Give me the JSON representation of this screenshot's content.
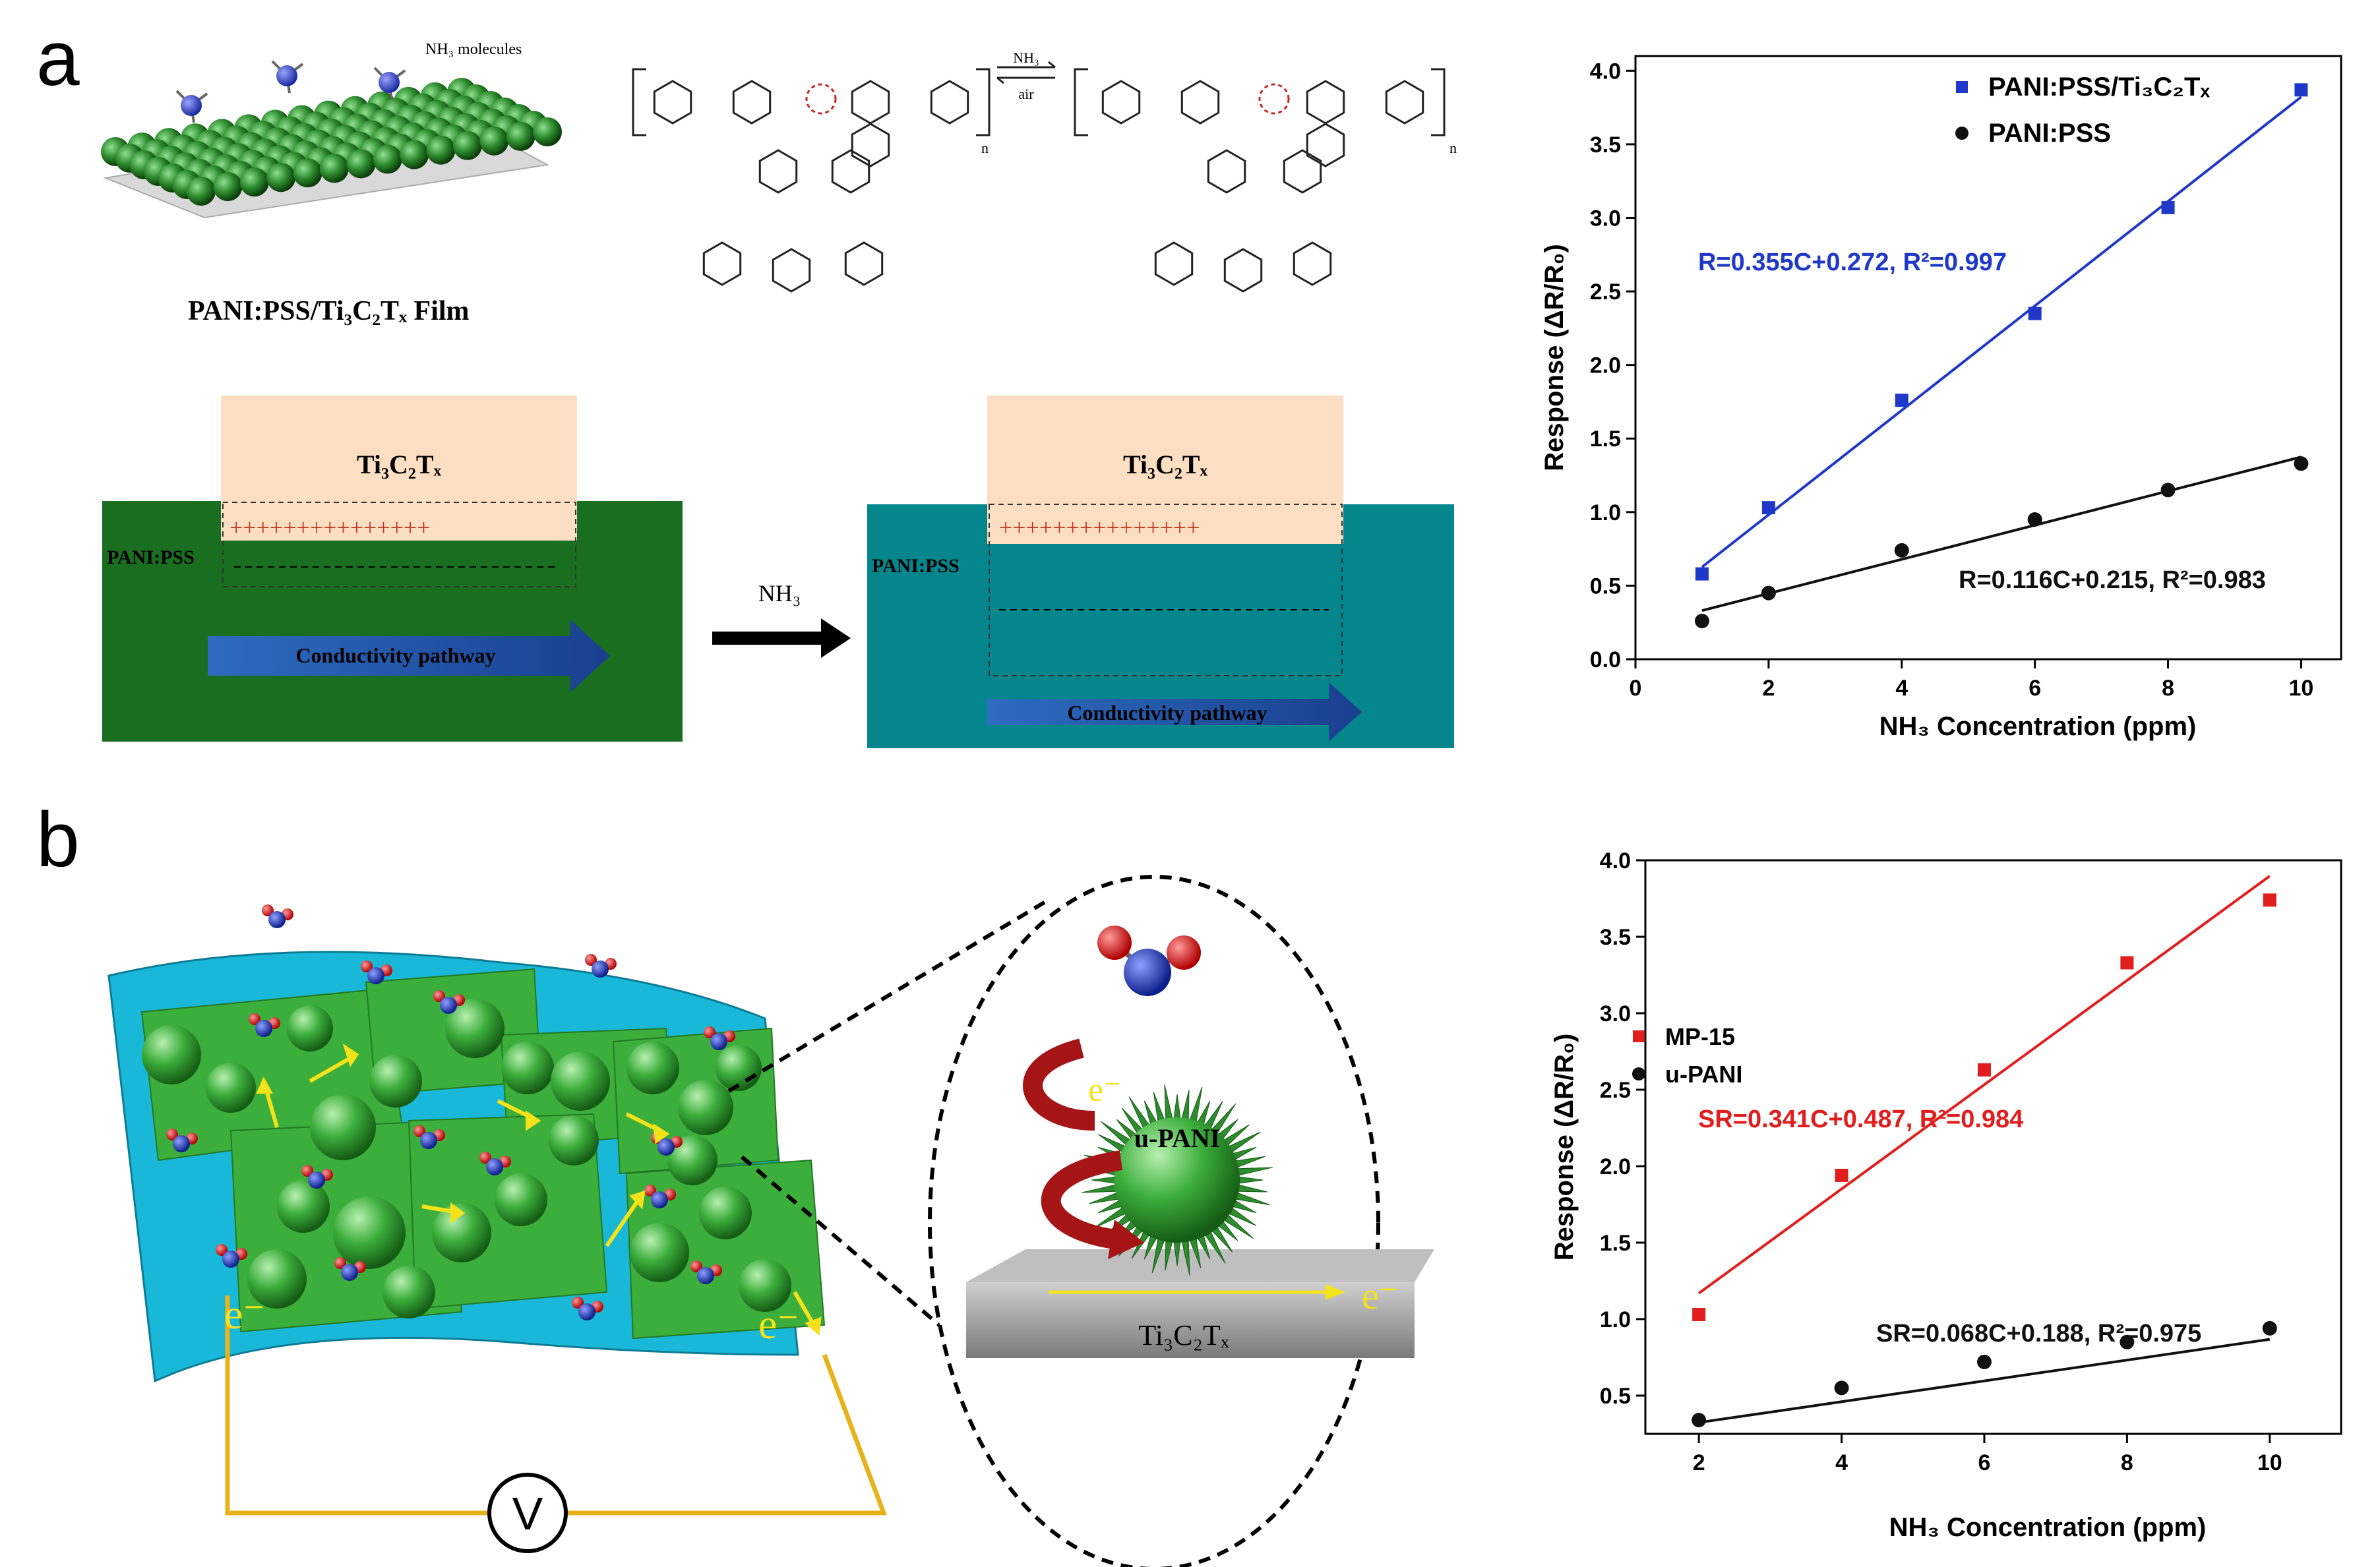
{
  "panels": {
    "a": "a",
    "b": "b"
  },
  "schematic_a": {
    "molecules_label": "NH₃ molecules",
    "film_label": "PANI:PSS/Ti₃C₂Tₓ Film",
    "reaction_forward": "NH₃",
    "reaction_reverse": "air",
    "repeat_n": "n",
    "mxene_label": "Ti₃C₂Tₓ",
    "pani_label": "PANI:PSS",
    "plus_charges": "+++++++++++++++",
    "arrow_label": "NH₃",
    "pathway_label": "Conductivity pathway",
    "colors": {
      "before": "#1a6e1f",
      "after": "#05868c",
      "mxene": "#fcdfc2",
      "arrow": "#17459a"
    }
  },
  "schematic_b": {
    "electron": "e⁻",
    "meter": "V",
    "sphere_label": "u-PANI",
    "substrate_label": "Ti₃C₂Tₓ",
    "colors": {
      "substrate": "#1ab8d8",
      "flake": "#3cae3c",
      "wire": "#e8b21a",
      "arrow": "#f4e21a"
    }
  },
  "chart_data": [
    {
      "type": "scatter",
      "title": "",
      "xlabel": "NH₃ Concentration (ppm)",
      "ylabel": "Response (ΔR/R₀)",
      "xlim": [
        0,
        10.6
      ],
      "ylim": [
        0,
        4.1
      ],
      "xticks": [
        "0",
        "2",
        "4",
        "6",
        "8",
        "10"
      ],
      "yticks": [
        "0.0",
        "0.5",
        "1.0",
        "1.5",
        "2.0",
        "2.5",
        "3.0",
        "3.5",
        "4.0"
      ],
      "legend_position": "top-right",
      "series": [
        {
          "name": "PANI:PSS/Ti₃C₂Tₓ",
          "marker": "square",
          "color": "#1f38c8",
          "x": [
            1,
            2,
            4,
            6,
            8,
            10
          ],
          "y": [
            0.58,
            1.03,
            1.76,
            2.35,
            3.07,
            3.87
          ],
          "fit": {
            "slope": 0.355,
            "intercept": 0.272
          },
          "fit_label": "R=0.355C+0.272, R²=0.997"
        },
        {
          "name": "PANI:PSS",
          "marker": "circle",
          "color": "#111111",
          "x": [
            1,
            2,
            4,
            6,
            8,
            10
          ],
          "y": [
            0.26,
            0.45,
            0.74,
            0.95,
            1.15,
            1.33
          ],
          "fit": {
            "slope": 0.116,
            "intercept": 0.215
          },
          "fit_label": "R=0.116C+0.215, R²=0.983"
        }
      ]
    },
    {
      "type": "scatter",
      "title": "",
      "xlabel": "NH₃ Concentration (ppm)",
      "ylabel": "Response (ΔR/R₀)",
      "xlim": [
        1.25,
        11
      ],
      "ylim": [
        0.25,
        4.0
      ],
      "xticks": [
        "2",
        "4",
        "6",
        "8",
        "10"
      ],
      "yticks": [
        "0.5",
        "1.0",
        "1.5",
        "2.0",
        "2.5",
        "3.0",
        "3.5",
        "4.0"
      ],
      "legend_position": "top-left",
      "series": [
        {
          "name": "MP-15",
          "marker": "square",
          "color": "#e21d1d",
          "x": [
            2,
            4,
            6,
            8,
            10
          ],
          "y": [
            1.03,
            1.94,
            2.63,
            3.33,
            3.74
          ],
          "fit": {
            "slope": 0.341,
            "intercept": 0.487
          },
          "fit_label": "SR=0.341C+0.487, R²=0.984"
        },
        {
          "name": "u-PANI",
          "marker": "circle",
          "color": "#111111",
          "x": [
            2,
            4,
            6,
            8,
            10
          ],
          "y": [
            0.34,
            0.55,
            0.72,
            0.85,
            0.94
          ],
          "fit": {
            "slope": 0.068,
            "intercept": 0.188
          },
          "fit_label": "SR=0.068C+0.188, R²=0.975"
        }
      ]
    }
  ]
}
